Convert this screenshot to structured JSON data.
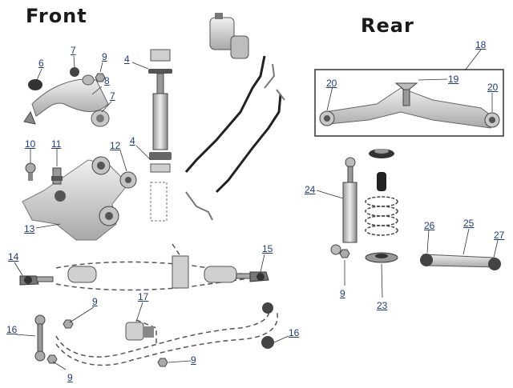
{
  "headings": {
    "front": "Front",
    "rear": "Rear"
  },
  "callouts": {
    "c6": "6",
    "c7a": "7",
    "c9a": "9",
    "c8": "8",
    "c7b": "7",
    "c4a": "4",
    "c4b": "4",
    "c10": "10",
    "c11": "11",
    "c12": "12",
    "c13": "13",
    "c14": "14",
    "c15": "15",
    "c9b": "9",
    "c17": "17",
    "c16a": "16",
    "c16b": "16",
    "c9c": "9",
    "c9d": "9",
    "c18": "18",
    "c19": "19",
    "c20a": "20",
    "c20b": "20",
    "c24": "24",
    "c9e": "9",
    "c23": "23",
    "c26": "26",
    "c25": "25",
    "c27": "27"
  },
  "colors": {
    "callout": "#1f3c7a",
    "part_fill": "#d8d8d8",
    "part_stroke": "#555555",
    "hose": "#1c1c1c"
  }
}
